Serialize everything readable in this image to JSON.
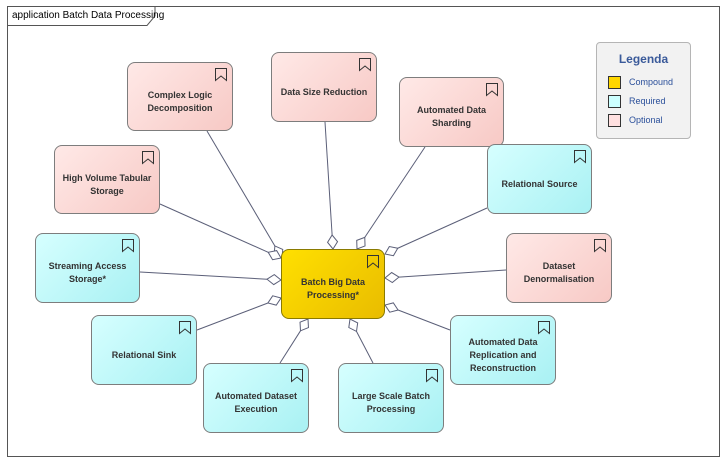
{
  "frame": {
    "title": "application Batch Data Processing"
  },
  "legend": {
    "title": "Legenda",
    "items": [
      {
        "label": "Compound",
        "color": "#ffd700"
      },
      {
        "label": "Required",
        "color": "#ccffff"
      },
      {
        "label": "Optional",
        "color": "#ffe0e0"
      }
    ]
  },
  "center": {
    "label": "Batch Big Data Processing*",
    "kind": "compound"
  },
  "nodes": [
    {
      "id": "complex-logic-decomposition",
      "label": "Complex Logic Decomposition",
      "kind": "optional"
    },
    {
      "id": "data-size-reduction",
      "label": "Data Size Reduction",
      "kind": "optional"
    },
    {
      "id": "automated-data-sharding",
      "label": "Automated Data Sharding",
      "kind": "optional"
    },
    {
      "id": "high-volume-tabular-storage",
      "label": "High Volume Tabular Storage",
      "kind": "optional"
    },
    {
      "id": "relational-source",
      "label": "Relational Source",
      "kind": "required"
    },
    {
      "id": "streaming-access-storage",
      "label": "Streaming Access Storage*",
      "kind": "required"
    },
    {
      "id": "dataset-denormalisation",
      "label": "Dataset Denormalisation",
      "kind": "optional"
    },
    {
      "id": "relational-sink",
      "label": "Relational Sink",
      "kind": "required"
    },
    {
      "id": "automated-data-replication",
      "label": "Automated Data Replication and Reconstruction",
      "kind": "required"
    },
    {
      "id": "automated-dataset-execution",
      "label": "Automated Dataset Execution",
      "kind": "required"
    },
    {
      "id": "large-scale-batch-processing",
      "label": "Large Scale Batch Processing",
      "kind": "required"
    }
  ]
}
